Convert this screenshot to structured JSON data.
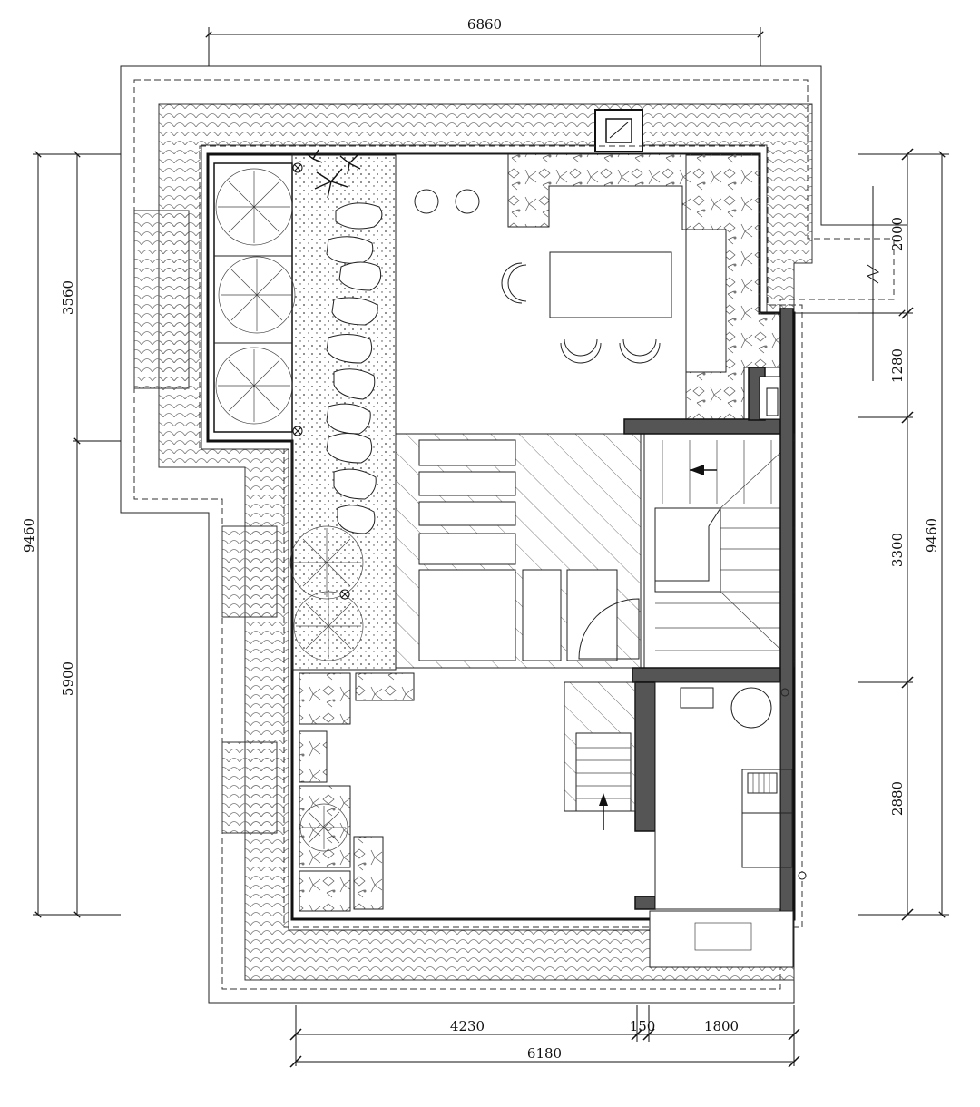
{
  "dimensions": {
    "top": "6860",
    "left_outer": "9460",
    "left_upper": "3560",
    "left_lower": "5900",
    "right_outer": "9460",
    "right_1": "2000",
    "right_2": "1280",
    "right_3": "3300",
    "right_4": "2880",
    "bottom_1": "4230",
    "bottom_2": "150",
    "bottom_3": "1800",
    "bottom_total": "6180"
  }
}
